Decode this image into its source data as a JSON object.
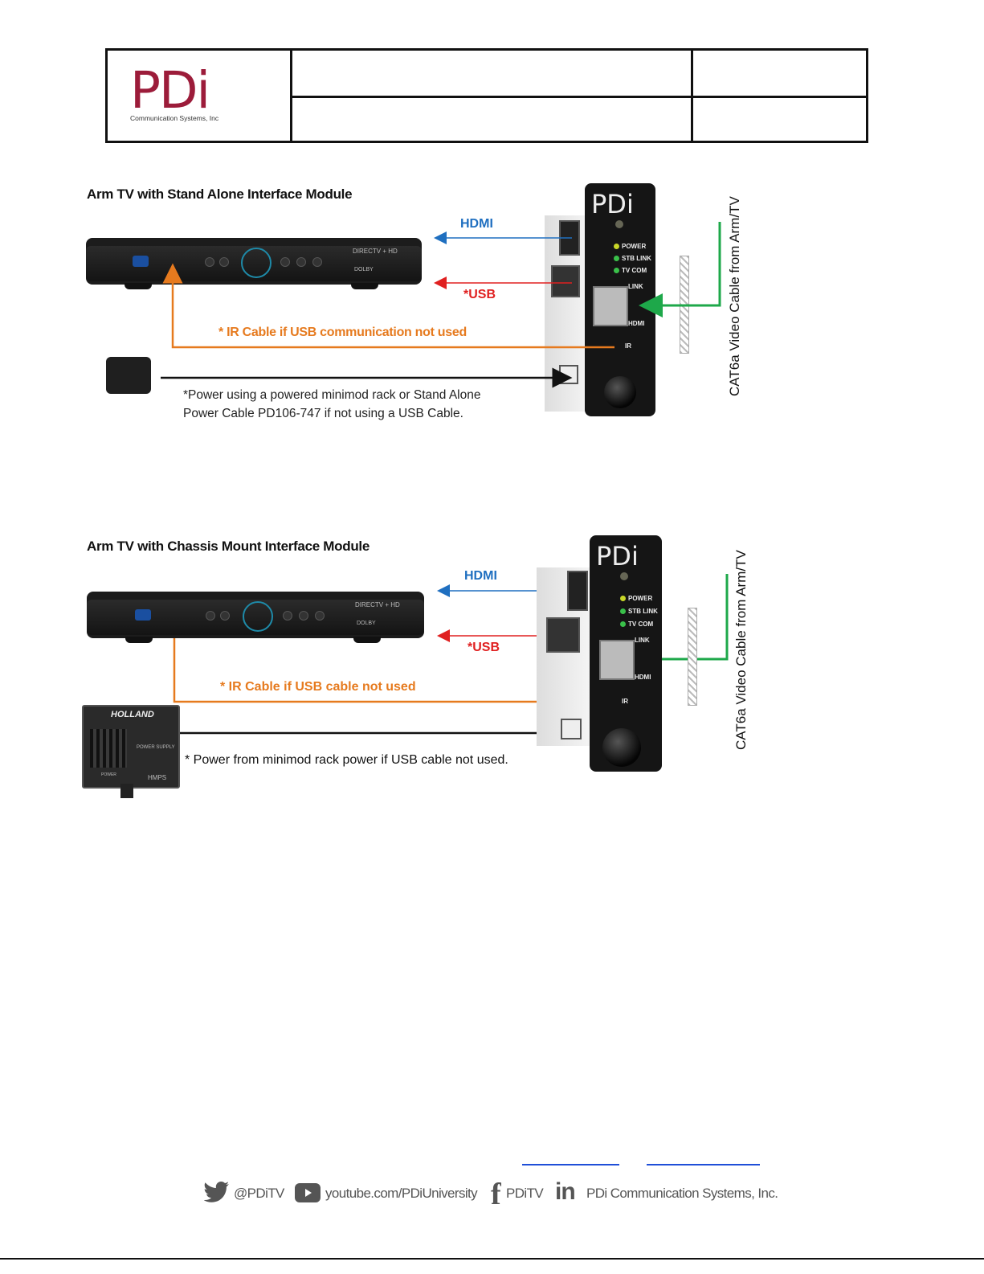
{
  "header": {
    "logo_text": "PDi",
    "logo_sub": "Communication Systems, Inc"
  },
  "diagram1": {
    "title": "Arm TV with Stand Alone Interface Module",
    "hdmi_label": "HDMI",
    "usb_label": "*USB",
    "ir_label": "* IR Cable if USB communication not used",
    "power_note_line1": "*Power using a powered minimod rack or Stand Alone",
    "power_note_line2": "Power Cable PD106-747 if not using a USB Cable.",
    "cat6_label": "CAT6a Video Cable from Arm/TV"
  },
  "diagram2": {
    "title": "Arm TV with Chassis Mount Interface Module",
    "hdmi_label": "HDMI",
    "usb_label": "*USB",
    "ir_label": "* IR Cable if USB cable not used",
    "power_note": "* Power from minimod rack power if USB cable not used.",
    "cat6_label": "CAT6a Video Cable from Arm/TV",
    "psu_brand": "HOLLAND",
    "psu_label": "POWER SUPPLY",
    "psu_model": "HMPS",
    "psu_power": "POWER"
  },
  "module": {
    "logo": "PDi",
    "led_power": "POWER",
    "led_stb": "STB LINK",
    "led_tvcom": "TV COM",
    "link": "LINK",
    "hdmi": "HDMI",
    "ir": "IR"
  },
  "receiver": {
    "brand": "DIRECTV",
    "hd": "HD",
    "dolby": "DOLBY"
  },
  "colors": {
    "hdmi": "#1f6fc0",
    "usb": "#e02020",
    "ir": "#e67a1e",
    "cat6": "#1ea84a",
    "logo": "#9c1c3a"
  },
  "footer": {
    "twitter": "@PDiTV",
    "youtube": "youtube.com/PDiUniversity",
    "facebook": "PDiTV",
    "linkedin": "PDi Communication Systems, Inc."
  }
}
